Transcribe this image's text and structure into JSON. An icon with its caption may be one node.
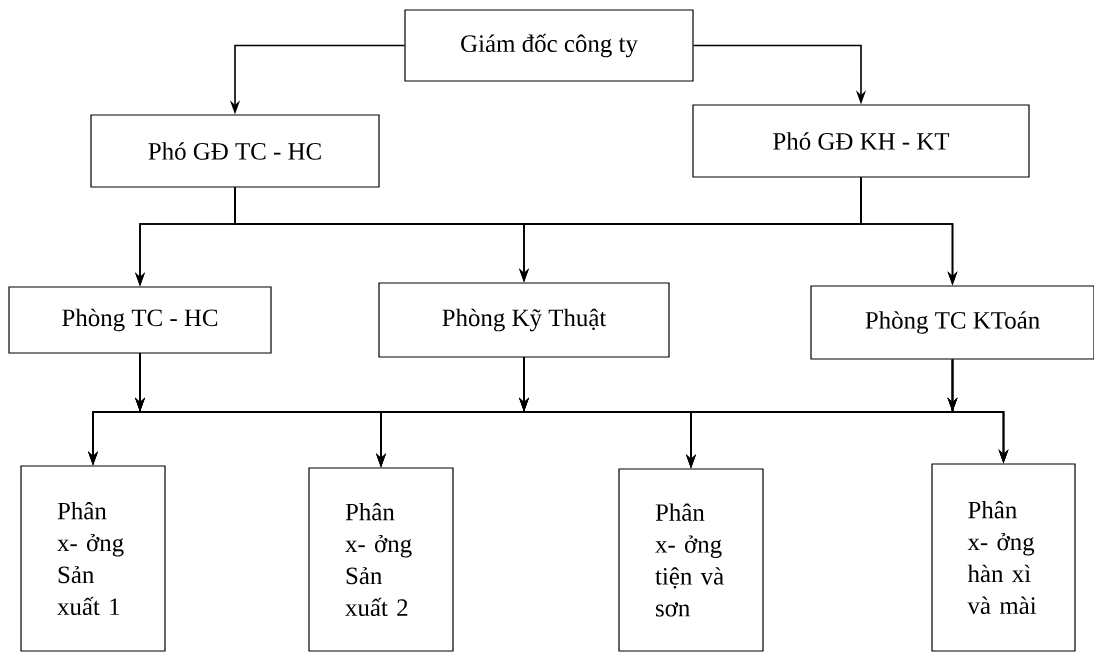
{
  "diagram": {
    "nodes": [
      {
        "text": [
          "Giám đốc công ty"
        ]
      },
      {
        "text": [
          "Phó GĐ TC - HC"
        ]
      },
      {
        "text": [
          "Phó GĐ KH - KT"
        ]
      },
      {
        "text": [
          "Phòng TC - HC"
        ]
      },
      {
        "text": [
          "Phòng Kỹ Thuật"
        ]
      },
      {
        "text": [
          "Phòng TC KToán"
        ]
      },
      {
        "text": [
          "Phân x- ởng Sản xuất 1"
        ]
      },
      {
        "text": [
          "Phân x- ởng Sản xuất 2"
        ]
      },
      {
        "text": [
          "Phân x- ởng tiện và sơn"
        ]
      },
      {
        "text": [
          "Phân x- ởng hàn xì và mài"
        ]
      }
    ],
    "edges": [
      {
        "from": 0,
        "to": 1,
        "arrow": "to"
      },
      {
        "from": 0,
        "to": 2,
        "arrow": "to"
      },
      {
        "from": 1,
        "to": 3,
        "arrow": "to"
      },
      {
        "from": 1,
        "to": 4,
        "arrow": "to"
      },
      {
        "from": 1,
        "to": 5,
        "arrow": "to"
      },
      {
        "from": 2,
        "to": 3,
        "arrow": "to"
      },
      {
        "from": 2,
        "to": 4,
        "arrow": "to"
      },
      {
        "from": 2,
        "to": 5,
        "arrow": "to"
      },
      {
        "from": 3,
        "to": 6,
        "arrow": "to"
      },
      {
        "from": 3,
        "to": 7,
        "arrow": "to"
      },
      {
        "from": 3,
        "to": 8,
        "arrow": "to"
      },
      {
        "from": 3,
        "to": 9,
        "arrow": "to"
      },
      {
        "from": 4,
        "to": 6,
        "arrow": "to"
      },
      {
        "from": 4,
        "to": 7,
        "arrow": "to"
      },
      {
        "from": 4,
        "to": 8,
        "arrow": "to"
      },
      {
        "from": 4,
        "to": 9,
        "arrow": "to"
      },
      {
        "from": 5,
        "to": 6,
        "arrow": "to"
      },
      {
        "from": 5,
        "to": 7,
        "arrow": "to"
      },
      {
        "from": 5,
        "to": 8,
        "arrow": "to"
      },
      {
        "from": 5,
        "to": 9,
        "arrow": "to"
      }
    ]
  }
}
